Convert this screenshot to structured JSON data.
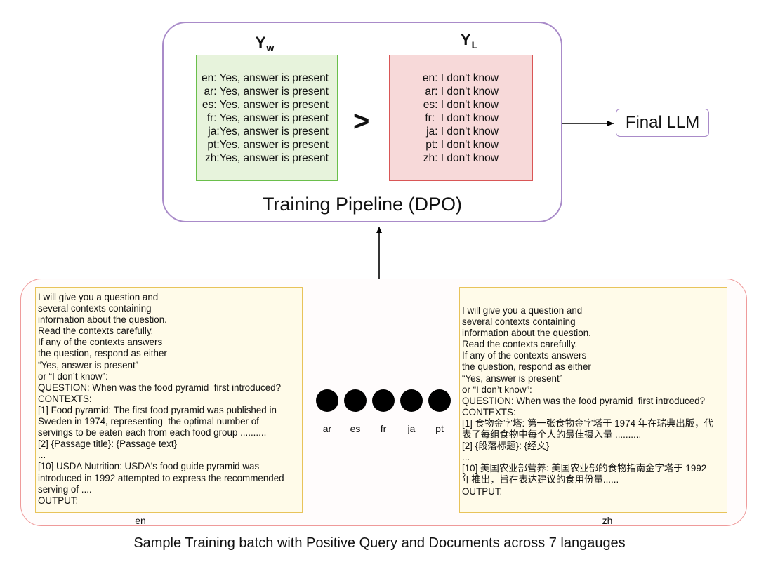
{
  "pipeline": {
    "title": "Training Pipeline (DPO)",
    "yw": {
      "symbol": "Y",
      "subscript": "w",
      "lines": [
        "en: Yes, answer is present",
        "ar: Yes, answer is present",
        "es: Yes, answer is present",
        "fr: Yes, answer is present",
        "ja:Yes, answer is present",
        "pt:Yes, answer is present",
        "zh:Yes, answer is present"
      ]
    },
    "comparison": ">",
    "yl": {
      "symbol": "Y",
      "subscript": "L",
      "lines": [
        "en: I don't know",
        "ar: I don't know",
        "es: I don't know",
        "fr:  I don't know",
        "ja: I don't know",
        "pt: I don't know",
        "zh: I don't know"
      ]
    }
  },
  "final_llm": "Final LLM",
  "batch": {
    "en": {
      "label": "en",
      "lines": [
        "I will give you a question and",
        "several contexts containing",
        "information about the question.",
        "Read the contexts carefully.",
        "If any of the contexts answers",
        "the question, respond as either",
        "“Yes, answer is present”",
        "or “I don’t know”:",
        "QUESTION: When was the food pyramid  first introduced?",
        "CONTEXTS:",
        "[1] Food pyramid: The first food pyramid was published in",
        "Sweden in 1974, representing  the optimal number of",
        "servings to be eaten each from each food group ..........",
        "[2] {Passage title}: {Passage text}",
        "...",
        "[10] USDA Nutrition: USDA's food guide pyramid was",
        "introduced in 1992 attempted to express the recommended",
        "serving of ....",
        "OUTPUT:"
      ]
    },
    "zh": {
      "label": "zh",
      "lines": [
        "I will give you a question and",
        "several contexts containing",
        "information about the question.",
        "Read the contexts carefully.",
        "If any of the contexts answers",
        "the question, respond as either",
        "“Yes, answer is present”",
        "or “I don’t know”:",
        "QUESTION: When was the food pyramid  first introduced?",
        "CONTEXTS:",
        "[1] 食物金字塔: 第一张食物金字塔于 1974 年在瑞典出版，代",
        "表了每组食物中每个人的最佳摄入量 ..........",
        "[2] {段落标题}: {经文}",
        "...",
        "[10] 美国农业部营养: 美国农业部的食物指南金字塔于 1992",
        "年推出，旨在表达建议的食用份量......",
        "OUTPUT:"
      ]
    },
    "other_languages": [
      "ar",
      "es",
      "fr",
      "ja",
      "pt"
    ]
  },
  "caption": "Sample Training batch with Positive Query and Documents across 7 langauges",
  "colors": {
    "pipeline_border": "#a98bc9",
    "yw_border": "#6abf4b",
    "yw_fill": "#e7f3dc",
    "yl_border": "#d95656",
    "yl_fill": "#f7d9d9",
    "batch_border": "#ef9a9a",
    "prompt_border": "#e8c35a",
    "prompt_fill": "#fffbe9"
  }
}
